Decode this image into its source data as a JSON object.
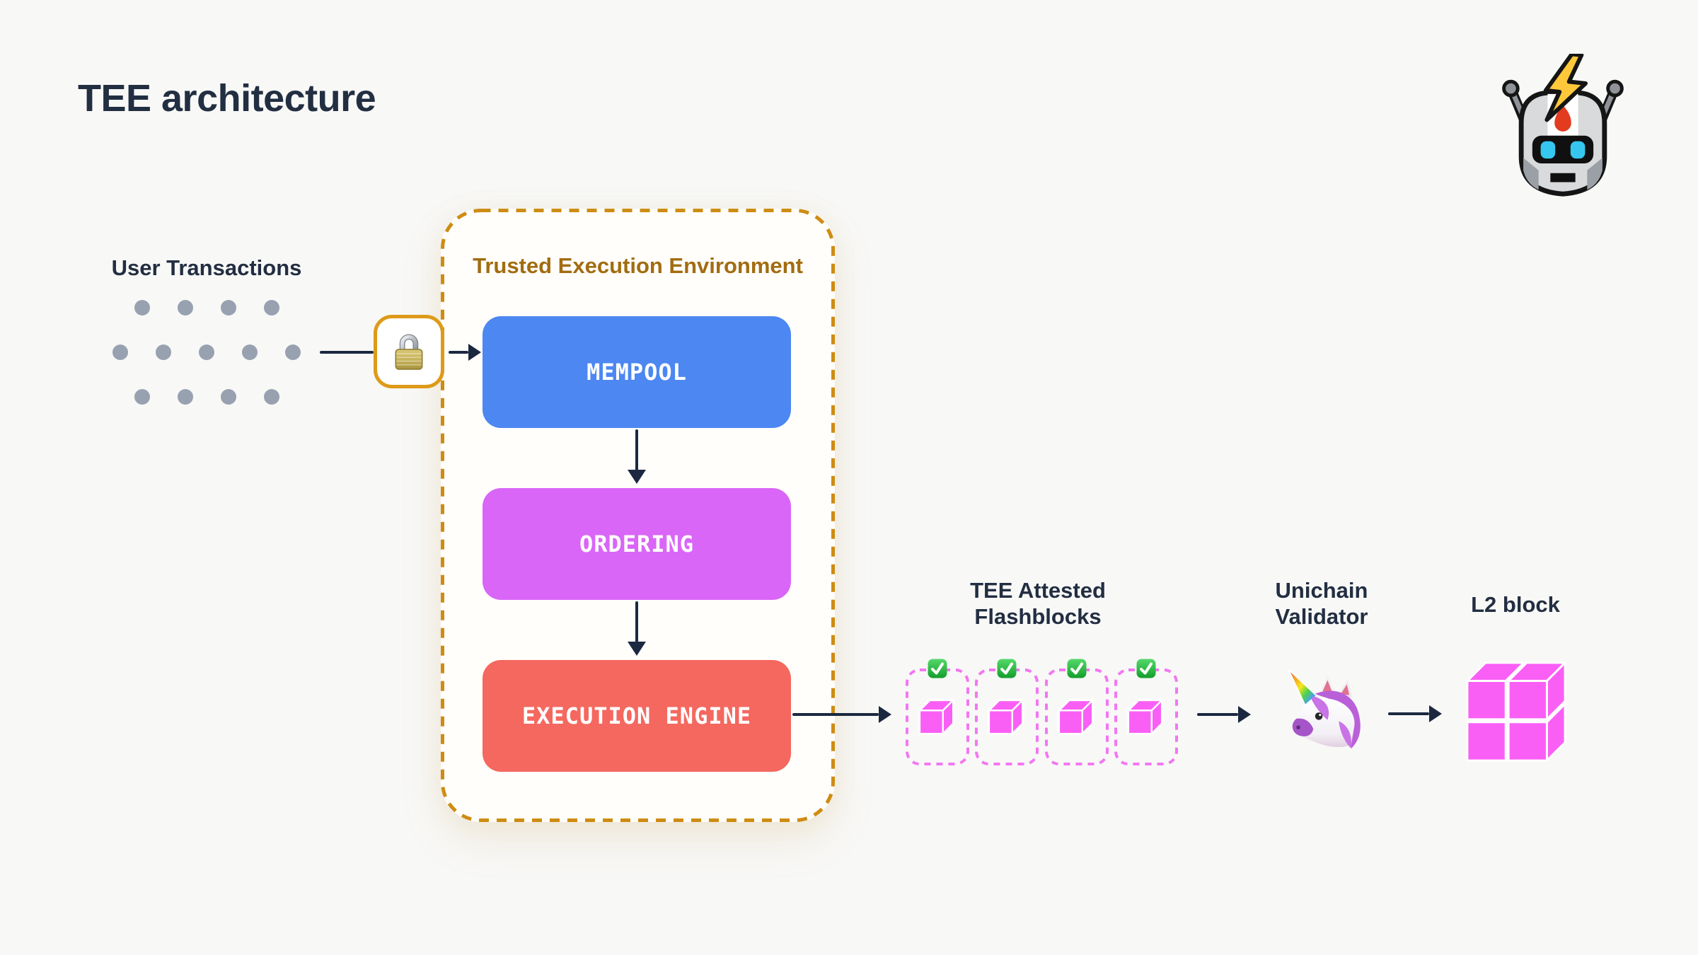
{
  "colors": {
    "background": "#F8F8F7",
    "text": "#222E41",
    "arrow": "#1B2840",
    "dot": "#98A1B0",
    "tee_border": "#CE8C12",
    "tee_title_color": "#A26C10",
    "tee_fill": "#FFFEFB",
    "lock_badge_border": "#DE9A18",
    "flashblock_dash": "#F277F2",
    "cube_pink": "#FA5FF5",
    "check_green": "#1FAE35"
  },
  "header": {
    "title": "TEE architecture"
  },
  "logo": {
    "icon": "robot-lightning-icon"
  },
  "user_transactions": {
    "label": "User Transactions",
    "dot_rows": [
      4,
      5,
      4
    ]
  },
  "lock": {
    "icon": "padlock-icon"
  },
  "tee": {
    "title": "Trusted Execution Environment",
    "stages": [
      {
        "label": "MEMPOOL",
        "color": "#4C87F2"
      },
      {
        "label": "ORDERING",
        "color": "#D966F7"
      },
      {
        "label": "EXECUTION ENGINE",
        "color": "#F4685F"
      }
    ]
  },
  "flashblocks": {
    "label_line1": "TEE Attested",
    "label_line2": "Flashblocks",
    "count": 4,
    "check_icon": "check-mark-badge-icon",
    "cube_icon": "pink-cube-icon"
  },
  "validator": {
    "label_line1": "Unichain",
    "label_line2": "Validator",
    "icon": "unicorn-icon"
  },
  "l2": {
    "label": "L2 block",
    "icon": "l2-block-cubes-icon"
  }
}
